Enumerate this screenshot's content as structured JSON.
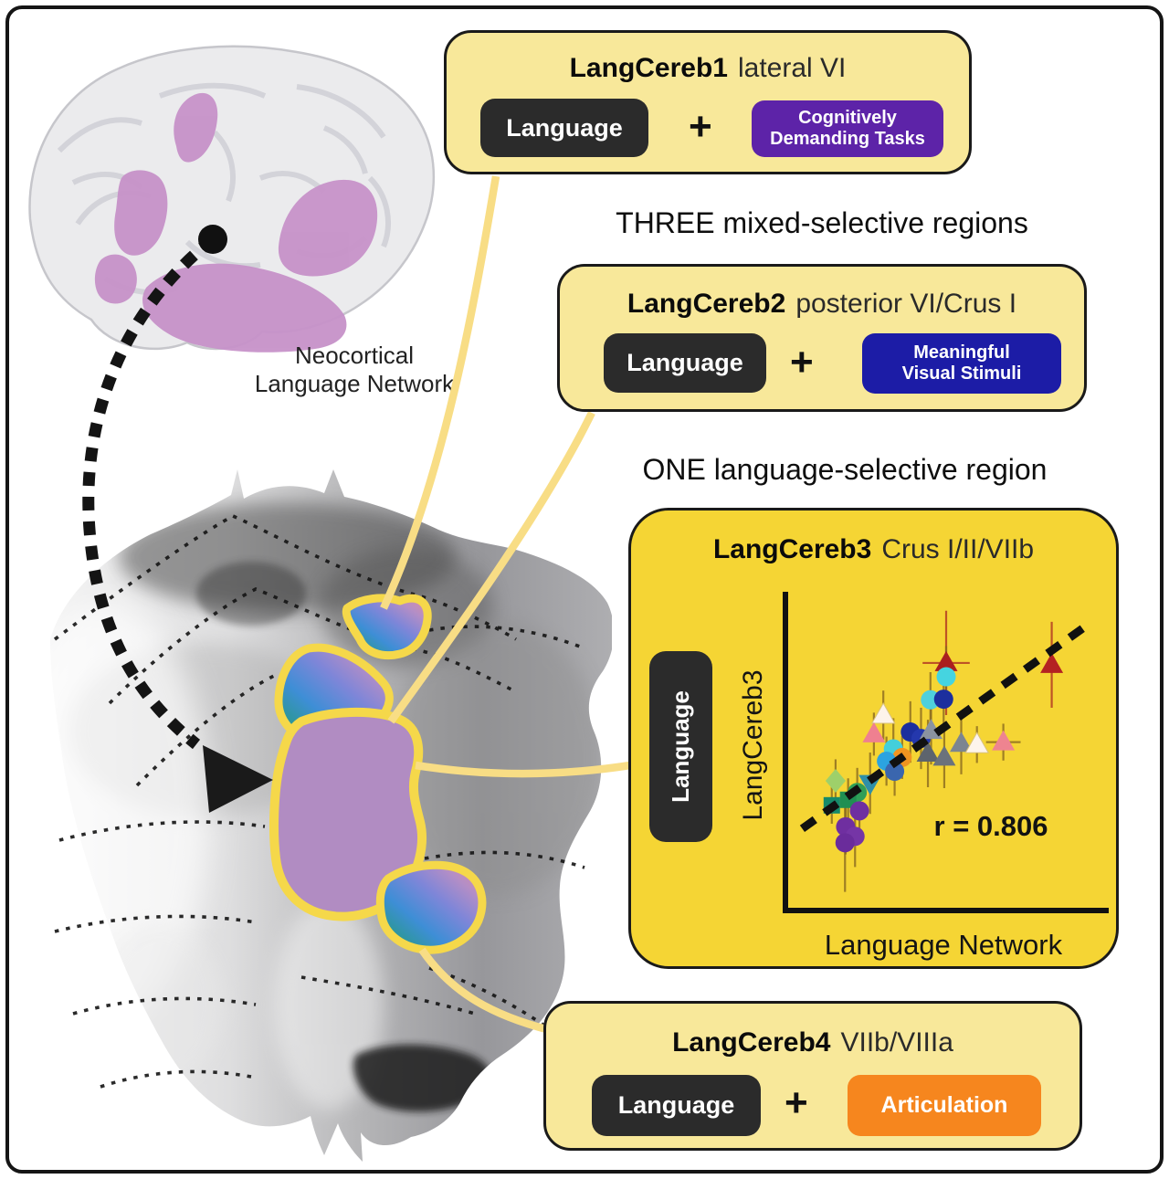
{
  "headings": {
    "three": "THREE mixed-selective regions",
    "one": "ONE language-selective region"
  },
  "brain": {
    "label_line1": "Neocortical",
    "label_line2": "Language Network"
  },
  "boxes": {
    "b1": {
      "title": "LangCereb1",
      "subtitle": "lateral VI",
      "language": "Language",
      "plus": "+",
      "partner": {
        "line1": "Cognitively",
        "line2": "Demanding Tasks",
        "color": "#5d23a8"
      }
    },
    "b2": {
      "title": "LangCereb2",
      "subtitle": "posterior VI/Crus I",
      "language": "Language",
      "plus": "+",
      "partner": {
        "line1": "Meaningful",
        "line2": "Visual Stimuli",
        "color": "#1c1ca6"
      }
    },
    "b3": {
      "title": "LangCereb3",
      "subtitle": "Crus I/II/VIIb",
      "language": "Language",
      "chart_data": {
        "type": "scatter",
        "xlabel": "Language Network",
        "ylabel": "LangCereb3",
        "annotation": "r = 0.806",
        "legend": "none",
        "axis_ticks": "none",
        "trendline": {
          "x1": 0.042,
          "y1": 0.76,
          "x2": 0.95,
          "y2": 0.096,
          "style": "dashed",
          "color": "#111111"
        },
        "points": [
          {
            "x": 0.5,
            "y": 0.22,
            "shape": "triangle",
            "color": "#aa1f1f",
            "e": 0.17,
            "eh": 0.075,
            "ec": "#b03522"
          },
          {
            "x": 0.5,
            "y": 0.265,
            "shape": "circle",
            "color": "#45d4e0",
            "e": 0.1
          },
          {
            "x": 0.45,
            "y": 0.34,
            "shape": "circle",
            "color": "#4fd0dc",
            "e": 0.09
          },
          {
            "x": 0.492,
            "y": 0.338,
            "shape": "circle",
            "color": "#1c2f9e",
            "e": 0.11
          },
          {
            "x": 0.3,
            "y": 0.39,
            "shape": "triangle",
            "color": "#fdf3ea",
            "e": 0.08,
            "stroke": "#d9c27c"
          },
          {
            "x": 0.27,
            "y": 0.452,
            "shape": "triangle",
            "color": "#ef8090",
            "e": 0.07
          },
          {
            "x": 0.386,
            "y": 0.445,
            "shape": "circle",
            "color": "#1c2f9e",
            "e": 0.1
          },
          {
            "x": 0.42,
            "y": 0.466,
            "shape": "circle",
            "color": "#2438ad",
            "e": 0.1
          },
          {
            "x": 0.452,
            "y": 0.441,
            "shape": "triangle",
            "color": "#8a93a0",
            "e": 0.11
          },
          {
            "x": 0.548,
            "y": 0.483,
            "shape": "triangle",
            "color": "#7c8590",
            "e": 0.1
          },
          {
            "x": 0.598,
            "y": 0.486,
            "shape": "triangle",
            "color": "#fdf4ec",
            "e": 0.06,
            "stroke": "#d9c27c"
          },
          {
            "x": 0.682,
            "y": 0.478,
            "shape": "triangle",
            "color": "#ee8490",
            "e": 0.06,
            "eh": 0.055
          },
          {
            "x": 0.836,
            "y": 0.226,
            "shape": "triangle",
            "color": "#b42222",
            "e": 0.14,
            "ec": "#b03522"
          },
          {
            "x": 0.332,
            "y": 0.5,
            "shape": "circle",
            "color": "#43cfdb",
            "e": 0.1
          },
          {
            "x": 0.36,
            "y": 0.528,
            "shape": "circle",
            "color": "#f09420",
            "e": 0.07
          },
          {
            "x": 0.442,
            "y": 0.515,
            "shape": "triangle",
            "color": "#5d646d",
            "e": 0.11
          },
          {
            "x": 0.494,
            "y": 0.528,
            "shape": "triangle",
            "color": "#6b727c",
            "e": 0.1
          },
          {
            "x": 0.31,
            "y": 0.54,
            "shape": "circle",
            "color": "#2ba3e0",
            "e": 0.08
          },
          {
            "x": 0.336,
            "y": 0.573,
            "shape": "circle",
            "color": "#3a66ae",
            "e": 0.08
          },
          {
            "x": 0.258,
            "y": 0.612,
            "shape": "triangle-down",
            "color": "#2e8fa8",
            "e": 0.1
          },
          {
            "x": 0.148,
            "y": 0.604,
            "shape": "diamond",
            "color": "#9ed06a",
            "e": 0.07
          },
          {
            "x": 0.217,
            "y": 0.642,
            "shape": "circle",
            "color": "#2f9e57",
            "e": 0.08
          },
          {
            "x": 0.188,
            "y": 0.666,
            "shape": "square",
            "color": "#1f8f52",
            "e": 0.07
          },
          {
            "x": 0.136,
            "y": 0.684,
            "shape": "square",
            "color": "#168a6a",
            "e": 0.06
          },
          {
            "x": 0.224,
            "y": 0.702,
            "shape": "circle",
            "color": "#6f2fa0",
            "e": 0.09
          },
          {
            "x": 0.18,
            "y": 0.754,
            "shape": "circle",
            "color": "#6f2fa0",
            "e": 0.09
          },
          {
            "x": 0.21,
            "y": 0.785,
            "shape": "circle",
            "color": "#7535a6",
            "e": 0.1
          },
          {
            "x": 0.178,
            "y": 0.806,
            "shape": "circle",
            "color": "#6a2c9b",
            "e": 0.16
          }
        ]
      }
    },
    "b4": {
      "title": "LangCereb4",
      "subtitle": "VIIb/VIIIa",
      "language": "Language",
      "plus": "+",
      "partner": {
        "line1": "Articulation",
        "color": "#f6861e"
      }
    }
  },
  "colors": {
    "box_light": "#f8e89a",
    "box_gold": "#f5d534",
    "pill_dark": "#2b2b2b",
    "connector_yellow": "#f8dd85",
    "region_outline_yellow": "#f5d84a",
    "region3_purple": "#b18cc2",
    "brain_region_purple": "#c792c9"
  }
}
